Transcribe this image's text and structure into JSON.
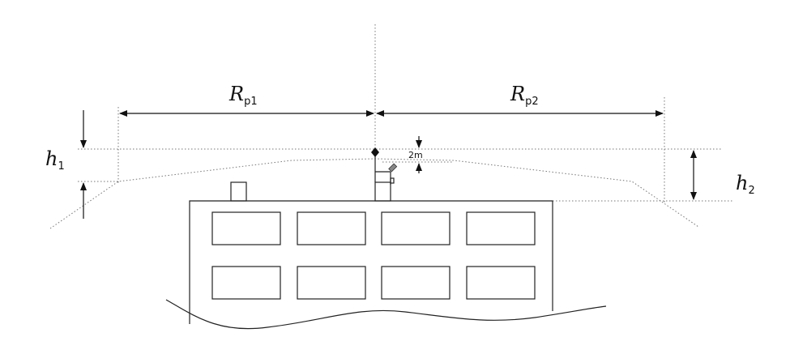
{
  "labels": {
    "rp1_main": "R",
    "rp1_sub": "p1",
    "rp2_main": "R",
    "rp2_sub": "p2",
    "h1_main": "h",
    "h1_sub": "1",
    "h2_main": "h",
    "h2_sub": "2",
    "antenna_height": "2m"
  }
}
